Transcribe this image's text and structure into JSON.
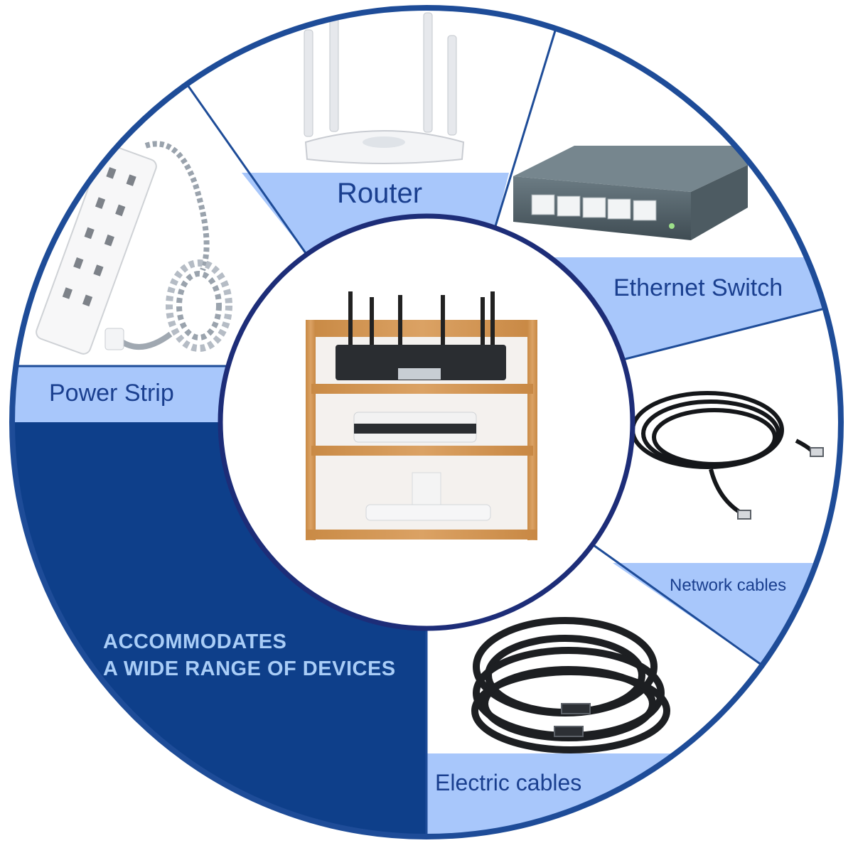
{
  "colors": {
    "navy": "#0e3f8a",
    "ring": "#1e4c98",
    "light_blue": "#a8c7fb",
    "label_text": "#1a3f8f",
    "tagline_text": "#a9cdf7"
  },
  "segments": [
    {
      "label": "Router",
      "icon": "wifi-router-icon"
    },
    {
      "label": "Ethernet Switch",
      "icon": "ethernet-switch-icon"
    },
    {
      "label": "Network cables",
      "icon": "network-cable-icon"
    },
    {
      "label": "Electric cables",
      "icon": "braided-cable-icon"
    },
    {
      "label": "Power Strip",
      "icon": "power-strip-icon"
    }
  ],
  "tagline": {
    "line1": "ACCOMMODATES",
    "line2": "A WIDE RANGE OF DEVICES"
  },
  "center": {
    "icon": "wooden-router-shelf-icon"
  }
}
